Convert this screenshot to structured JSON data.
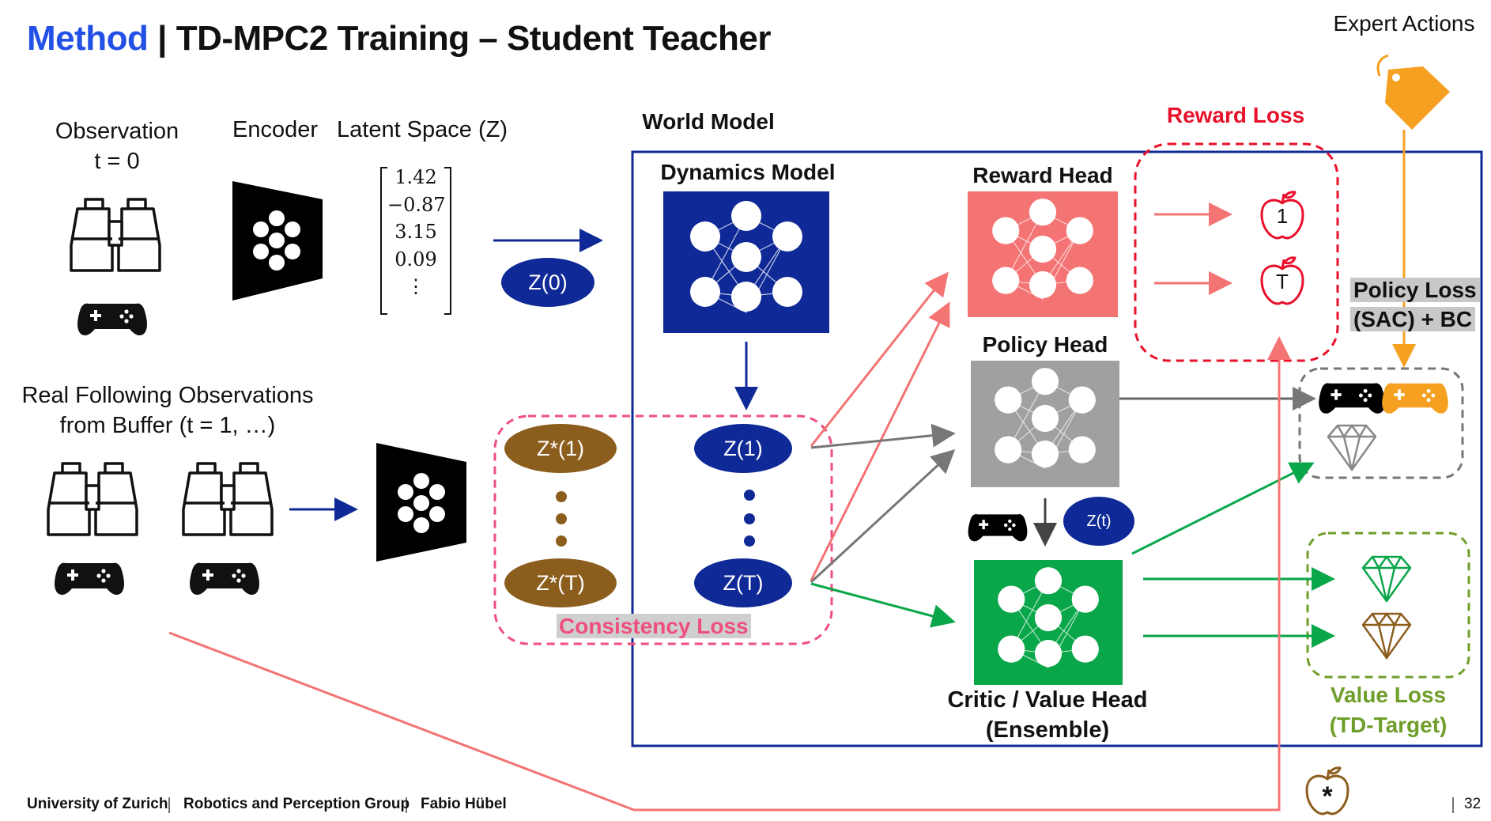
{
  "title": {
    "method": "Method",
    "separator": "|",
    "rest": "TD-MPC2 Training – Student Teacher"
  },
  "labels": {
    "observation": "Observation",
    "t0": "t = 0",
    "encoder": "Encoder",
    "latent_space": "Latent Space (Z)",
    "world_model": "World Model",
    "dynamics_model": "Dynamics Model",
    "reward_head": "Reward Head",
    "reward_loss": "Reward Loss",
    "expert_actions": "Expert Actions",
    "policy_head": "Policy Head",
    "policy_loss_1": "Policy Loss",
    "policy_loss_2": "(SAC) + BC",
    "real_obs_1": "Real Following Observations",
    "real_obs_2": "from Buffer (t = 1, …)",
    "consistency_loss": "Consistency Loss",
    "critic_1": "Critic / Value Head",
    "critic_2": "(Ensemble)",
    "value_loss_1": "Value Loss",
    "value_loss_2": "(TD-Target)"
  },
  "latent_vector": [
    "1.42",
    "−0.87",
    "3.15",
    "0.09",
    "⋮"
  ],
  "pills": {
    "z0": "Z(0)",
    "z1": "Z(1)",
    "zT": "Z(T)",
    "zs1": "Z*(1)",
    "zsT": "Z*(T)",
    "zt": "Z(t)"
  },
  "reward_marks": {
    "first": "1",
    "last": "T",
    "target": "*"
  },
  "footer": {
    "university": "University of Zurich",
    "group": "Robotics and Perception Group",
    "author": "Fabio Hübel",
    "page": "32"
  },
  "colors": {
    "accent_blue": "#2350e6",
    "dynamics_blue": "#0f2a96",
    "reward_red": "#f47474",
    "loss_red": "#e8102a",
    "consistency_pink": "#ef4f7f",
    "policy_gray": "#a0a0a0",
    "critic_green": "#0aa64a",
    "value_olive": "#6f9e2a",
    "expert_orange": "#f5a020",
    "brown": "#8c5e1e"
  }
}
